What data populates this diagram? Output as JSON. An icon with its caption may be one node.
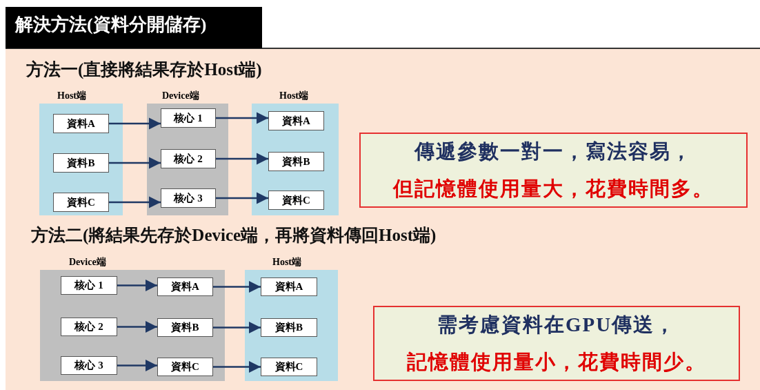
{
  "diagram": {
    "title": "解決方法(資料分開儲存)",
    "nodes": [
      {
        "text": [
          "Host端"
        ]
      },
      {
        "text": [
          "資料A"
        ],
        "in": 0
      },
      {
        "text": [
          "資料B"
        ],
        "in": 0
      },
      {
        "text": [
          "資料C"
        ],
        "in": 0
      },
      {
        "text": [
          "Device端"
        ]
      },
      {
        "text": [
          "核心 1"
        ],
        "in": 4
      },
      {
        "text": [
          "核心 2"
        ],
        "in": 4
      },
      {
        "text": [
          "核心 3"
        ],
        "in": 4
      },
      {
        "text": [
          "Host端"
        ]
      },
      {
        "text": [
          "資料A"
        ],
        "in": 8
      },
      {
        "text": [
          "資料B"
        ],
        "in": 8
      },
      {
        "text": [
          "資料C"
        ],
        "in": 8
      },
      {
        "text": [
          "傳遞參數一對一，寫法容易，",
          "但記憶體使用量大，花費時間多。"
        ]
      },
      {
        "text": [
          "Device端"
        ]
      },
      {
        "text": [
          "核心 1"
        ],
        "in": 13
      },
      {
        "text": [
          "核心 2"
        ],
        "in": 13
      },
      {
        "text": [
          "核心 3"
        ],
        "in": 13
      },
      {
        "text": [
          "資料A"
        ],
        "in": 13
      },
      {
        "text": [
          "資料B"
        ],
        "in": 13
      },
      {
        "text": [
          "資料C"
        ],
        "in": 13
      },
      {
        "text": [
          "Host端"
        ]
      },
      {
        "text": [
          "資料A"
        ],
        "in": 20
      },
      {
        "text": [
          "資料B"
        ],
        "in": 20
      },
      {
        "text": [
          "資料C"
        ],
        "in": 20
      },
      {
        "text": [
          "需考慮資料在GPU傳送，",
          "記憶體使用量小，花費時間少。"
        ]
      }
    ],
    "edges": [
      {
        "from": 1,
        "to": 5,
        "arrow": "to"
      },
      {
        "from": 2,
        "to": 6,
        "arrow": "to"
      },
      {
        "from": 3,
        "to": 7,
        "arrow": "to"
      },
      {
        "from": 5,
        "to": 9,
        "arrow": "to"
      },
      {
        "from": 6,
        "to": 10,
        "arrow": "to"
      },
      {
        "from": 7,
        "to": 11,
        "arrow": "to"
      },
      {
        "from": 14,
        "to": 17,
        "arrow": "to"
      },
      {
        "from": 15,
        "to": 18,
        "arrow": "to"
      },
      {
        "from": 16,
        "to": 19,
        "arrow": "to"
      },
      {
        "from": 17,
        "to": 21,
        "arrow": "to"
      },
      {
        "from": 18,
        "to": 22,
        "arrow": "to"
      },
      {
        "from": 19,
        "to": 23,
        "arrow": "to"
      }
    ],
    "labels": [
      "方法一(直接將結果存於Host端)",
      "方法二(將結果先存於Device端，再將資料傳回Host端)"
    ]
  }
}
